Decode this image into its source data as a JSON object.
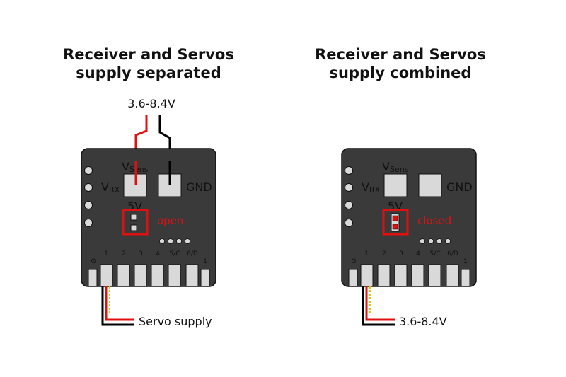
{
  "panels": [
    {
      "title_line1": "Receiver and Servos",
      "title_line2": "supply separated",
      "top_input": "3.6-8.4V",
      "jumper_state": "open",
      "bottom_label": "Servo supply"
    },
    {
      "title_line1": "Receiver and Servos",
      "title_line2": "supply combined",
      "top_input": "",
      "jumper_state": "closed",
      "bottom_label": "3.6-8.4V"
    }
  ],
  "board": {
    "vsens_main": "V",
    "vsens_sub": "Sens",
    "vrx_main": "V",
    "vrx_sub": "RX",
    "gnd": "GND",
    "jumper_voltage": "5V",
    "ground_pin": "G",
    "channels": [
      "1",
      "2",
      "3",
      "4",
      "5/C",
      "6/D",
      "1"
    ]
  },
  "colors": {
    "board": "#3a3a3a",
    "pad": "#d9d9d9",
    "accent": "#e01010",
    "wire_black": "#000000",
    "wire_yellow": "#e8c000"
  }
}
